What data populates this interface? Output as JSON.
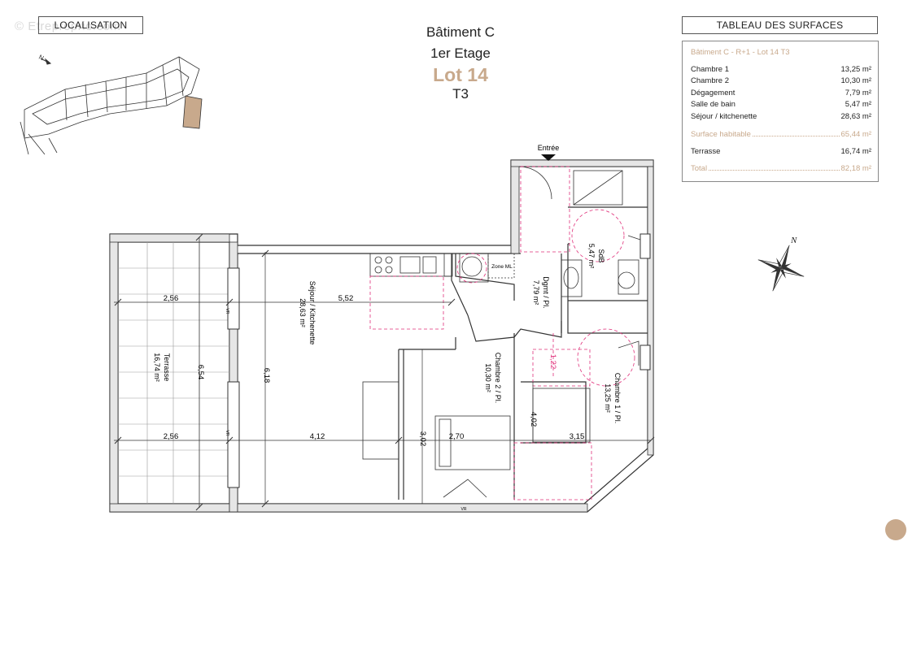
{
  "watermark": "© Etreproprio.com",
  "location_box": {
    "label": "LOCALISATION"
  },
  "header": {
    "building": "Bâtiment C",
    "floor": "1er Etage",
    "lot": "Lot 14",
    "type": "T3"
  },
  "surfaces": {
    "title": "TABLEAU DES SURFACES",
    "subtitle": "Bâtiment C - R+1 - Lot 14 T3",
    "rooms": [
      {
        "label": "Chambre 1",
        "value": "13,25 m²"
      },
      {
        "label": "Chambre 2",
        "value": "10,30 m²"
      },
      {
        "label": "Dégagement",
        "value": "7,79 m²"
      },
      {
        "label": "Salle de bain",
        "value": "5,47 m²"
      },
      {
        "label": "Séjour / kitchenette",
        "value": "28,63 m²"
      }
    ],
    "habitable": {
      "label": "Surface habitable",
      "value": "65,44 m²"
    },
    "terrace": {
      "label": "Terrasse",
      "value": "16,74 m²"
    },
    "total": {
      "label": "Total",
      "value": "82,18 m²"
    }
  },
  "plan": {
    "entrance": "Entrée",
    "rooms": {
      "sejour": {
        "name": "Séjour / Kitchenette",
        "area": "28,63 m²"
      },
      "terrasse": {
        "name": "Terrasse",
        "area": "16,74 m²"
      },
      "dgmt": {
        "name": "Dgmt / Pl.",
        "area": "7,79 m²"
      },
      "sdb": {
        "name": "SdB",
        "area": "5,47 m²"
      },
      "chambre2": {
        "name": "Chambre 2 / Pl.",
        "area": "10,30 m²"
      },
      "chambre1": {
        "name": "Chambre 1 / Pl.",
        "area": "13,25 m²"
      }
    },
    "zone_ml": "Zone ML",
    "dimensions": {
      "terrace_top": "2,56",
      "terrace_bottom": "2,56",
      "terrace_height": "6,54",
      "sejour_width": "5,52",
      "sejour_height": "6,18",
      "sejour_bottom": "4,12",
      "ch2_height": "3,02",
      "ch2_width": "2,70",
      "ch1_height": "4,02",
      "ch1_width": "3,15",
      "passage": "1,22"
    },
    "window_tag": "VR"
  },
  "compass": {
    "north": "N"
  },
  "colors": {
    "accent": "#c8a98c",
    "pink": "#e0307a"
  }
}
